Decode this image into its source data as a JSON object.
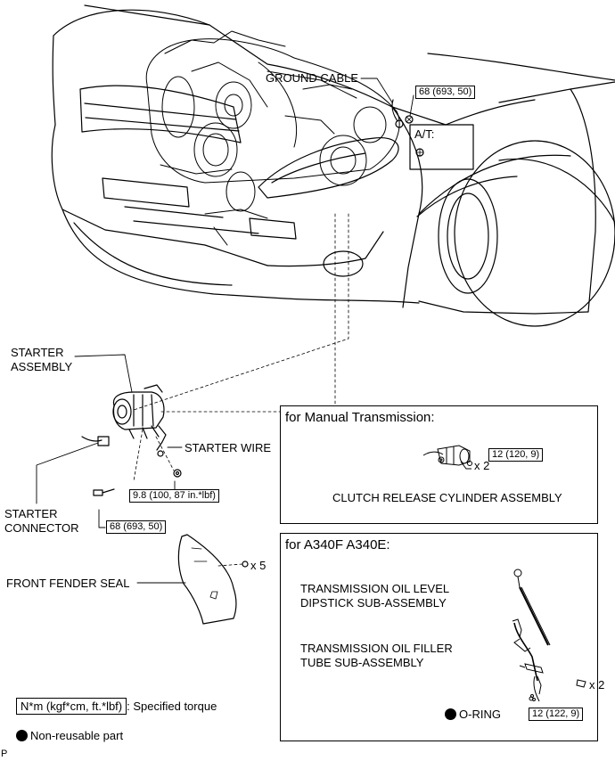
{
  "labels": {
    "ground_cable": "GROUND CABLE",
    "at": "A/T:",
    "starter_assembly": "STARTER\nASSEMBLY",
    "starter_wire": "STARTER WIRE",
    "starter_connector": "STARTER\nCONNECTOR",
    "front_fender_seal": "FRONT FENDER SEAL",
    "fender_qty": "x 5",
    "clutch_qty": "x 2",
    "filler_qty": "x 2",
    "clutch_cylinder": "CLUTCH RELEASE CYLINDER ASSEMBLY",
    "dipstick": "TRANSMISSION OIL LEVEL\nDIPSTICK SUB-ASSEMBLY",
    "filler_tube": "TRANSMISSION OIL FILLER\nTUBE SUB-ASSEMBLY",
    "o_ring": "O-RING",
    "corner_mark": "P"
  },
  "torques": {
    "ground": "68 (693, 50)",
    "terminal_nut": "9.8 (100, 87 in.*lbf)",
    "starter_bolt": "68 (693, 50)",
    "clutch_bolt": "12 (120, 9)",
    "filler_bolt": "12 (122, 9)"
  },
  "panels": {
    "manual": "for Manual Transmission:",
    "a340": "for A340F A340E:"
  },
  "legend": {
    "torque_unit": "N*m (kgf*cm, ft.*lbf)",
    "torque_desc": ": Specified torque",
    "nonreusable": "Non-reusable part"
  }
}
